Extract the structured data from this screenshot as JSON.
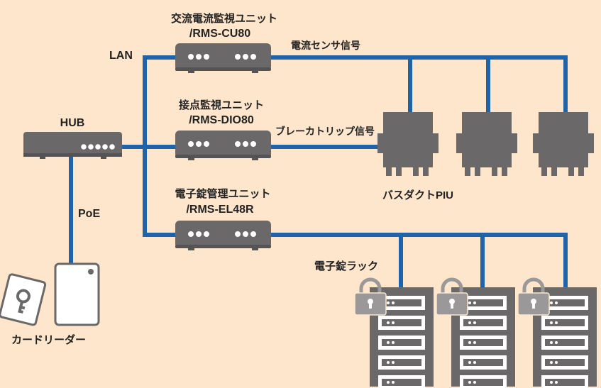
{
  "colors": {
    "background": "#fde6cc",
    "line": "#1f63a8",
    "device": "#6a6868",
    "device_dark": "#555353",
    "led": "#ffffff"
  },
  "labels": {
    "cu80_name": "交流電流監視ユニット",
    "cu80_model": "/RMS-CU80",
    "dio80_name": "接点監視ユニット",
    "dio80_model": "/RMS-DIO80",
    "el48r_name": "電子錠管理ユニット",
    "el48r_model": "/RMS-EL48R",
    "hub": "HUB",
    "lan": "LAN",
    "poe": "PoE",
    "current_sensor_signal": "電流センサ信号",
    "breaker_trip_signal": "ブレーカトリップ信号",
    "busduct_piu": "バスダクトPIU",
    "lock_rack": "電子錠ラック",
    "card_reader": "カードリーダー"
  },
  "icons": [
    "hub-icon",
    "unit-icon",
    "piu-icon",
    "padlock-icon",
    "server-rack-icon",
    "card-reader-icon",
    "key-card-icon"
  ]
}
